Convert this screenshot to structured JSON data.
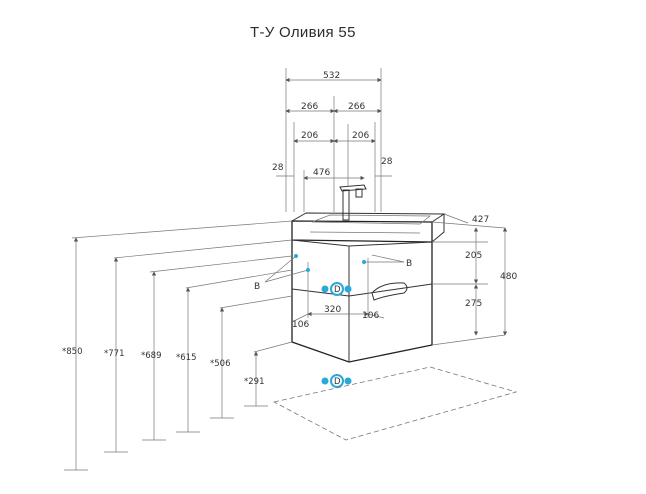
{
  "title": "Т-У Оливия 55",
  "top_dims": {
    "overall_width": "532",
    "half_left": "266",
    "half_right": "266",
    "side_left": "206",
    "side_right": "206",
    "inner_width": "476",
    "offset_left": "28",
    "offset_right": "28"
  },
  "right_dims": {
    "depth": "427",
    "upper_drawer": "205",
    "lower_drawer": "275",
    "height": "480"
  },
  "lower_dims": {
    "inner_span": "320",
    "left_offset": "106",
    "right_offset": "106"
  },
  "height_dims": [
    "*850",
    "*771",
    "*689",
    "*615",
    "*506",
    "*291"
  ],
  "labels": {
    "b_left": "B",
    "b_right": "B"
  },
  "connection_marks": [
    "D",
    "D"
  ],
  "colors": {
    "line": "#333333",
    "accent": "#2aa8d8"
  }
}
